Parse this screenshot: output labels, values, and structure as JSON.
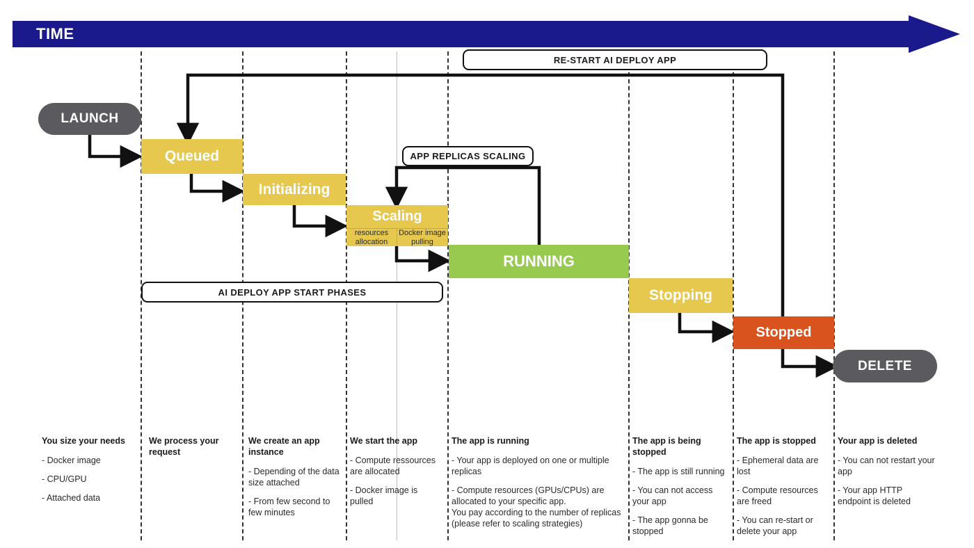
{
  "header": {
    "label": "TIME",
    "arrow_color": "#1a1a8c"
  },
  "terminals": [
    {
      "name": "launch",
      "label": "LAUNCH"
    },
    {
      "name": "delete",
      "label": "DELETE"
    }
  ],
  "states": [
    {
      "name": "queued",
      "label": "Queued",
      "color": "#e6c84f"
    },
    {
      "name": "initializing",
      "label": "Initializing",
      "color": "#e6c84f"
    },
    {
      "name": "scaling",
      "label": "Scaling",
      "color": "#e6c84f"
    },
    {
      "name": "running",
      "label": "RUNNING",
      "color": "#97ca4f"
    },
    {
      "name": "stopping",
      "label": "Stopping",
      "color": "#e6c84f"
    },
    {
      "name": "stopped",
      "label": "Stopped",
      "color": "#d9531e"
    }
  ],
  "substates": [
    {
      "name": "resources-allocation",
      "line1": "resources",
      "line2": "allocation"
    },
    {
      "name": "docker-image-pulling",
      "line1": "Docker image",
      "line2": "pulling"
    }
  ],
  "callouts": [
    {
      "name": "restart-callout",
      "label": "RE-START AI DEPLOY APP"
    },
    {
      "name": "app-replicas-callout",
      "label": "APP REPLICAS SCALING"
    },
    {
      "name": "start-phases-callout",
      "label": "AI DEPLOY APP START PHASES"
    }
  ],
  "notes": [
    {
      "name": "note-size-needs",
      "title": "You size your needs",
      "items": [
        "- Docker image",
        "- CPU/GPU",
        "- Attached data"
      ]
    },
    {
      "name": "note-process-request",
      "title": "We process your request",
      "items": []
    },
    {
      "name": "note-create-instance",
      "title": "We create an app instance",
      "items": [
        "- Depending of the data size attached",
        "- From few second to few minutes"
      ]
    },
    {
      "name": "note-start-app",
      "title": "We start the app",
      "items": [
        "- Compute ressources are allocated",
        "- Docker image is pulled"
      ]
    },
    {
      "name": "note-app-running",
      "title": "The app is running",
      "items": [
        "- Your app is deployed on one or multiple replicas",
        "- Compute resources (GPUs/CPUs) are allocated to your specific app.\nYou pay according to the number of replicas (please refer to scaling strategies)"
      ]
    },
    {
      "name": "note-app-stopping",
      "title": "The app is being stopped",
      "items": [
        "- The app is still running",
        "- You can not access your app",
        "- The app gonna be stopped"
      ]
    },
    {
      "name": "note-app-stopped",
      "title": "The app is stopped",
      "items": [
        "- Ephemeral data are lost",
        "- Compute resources are freed",
        "- You can re-start or delete your app"
      ]
    },
    {
      "name": "note-app-deleted",
      "title": "Your app is deleted",
      "items": [
        "- You can not restart your app",
        "- Your app HTTP endpoint is deleted"
      ]
    }
  ]
}
